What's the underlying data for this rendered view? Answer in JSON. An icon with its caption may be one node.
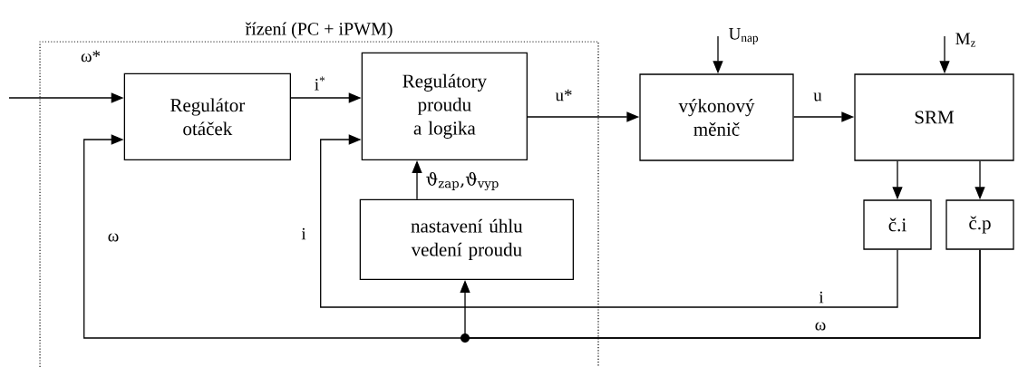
{
  "diagram": {
    "nodes": [
      {
        "text": [
          "řízení (PC + iPWM)"
        ]
      },
      {
        "text": [
          "Regulátor otáček"
        ],
        "in": 0
      },
      {
        "text": [
          "Regulátory proudu a logika"
        ],
        "in": 0
      },
      {
        "text": [
          "nastavení úhlu vedení proudu"
        ],
        "in": 0
      },
      {
        "text": [
          "výkonový měnič"
        ]
      },
      {
        "text": [
          "SRM"
        ]
      },
      {
        "text": [
          "č.i"
        ]
      },
      {
        "text": [
          "č.p"
        ]
      }
    ],
    "edges": [
      {
        "from": null,
        "to": 1,
        "arrow": "to",
        "label": "ω*"
      },
      {
        "from": 1,
        "to": 2,
        "arrow": "to",
        "label": "i$^{*}$"
      },
      {
        "from": 2,
        "to": 4,
        "arrow": "to",
        "label": "u*"
      },
      {
        "from": 4,
        "to": 5,
        "arrow": "to",
        "label": "u"
      },
      {
        "from": null,
        "to": 4,
        "arrow": "to",
        "label": "U$_{nap}$"
      },
      {
        "from": null,
        "to": 5,
        "arrow": "to",
        "label": "M$_{z}$"
      },
      {
        "from": 5,
        "to": 6,
        "arrow": "to"
      },
      {
        "from": 5,
        "to": 7,
        "arrow": "to"
      },
      {
        "from": 3,
        "to": 2,
        "arrow": "to",
        "label": "ϑ$_{zap}$,ϑ$_{vyp}$"
      },
      {
        "from": 6,
        "to": 2,
        "arrow": "to",
        "label": "i"
      },
      {
        "from": 7,
        "to": 1,
        "arrow": "to",
        "label": "ω"
      },
      {
        "from": 7,
        "to": 3,
        "arrow": "to"
      }
    ],
    "labels": [
      "ω",
      "i"
    ]
  }
}
